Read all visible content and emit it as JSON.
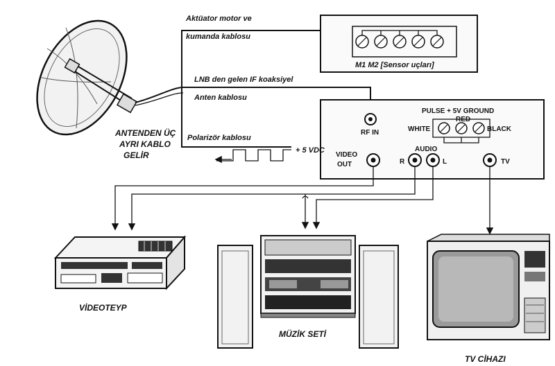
{
  "labels": {
    "actuator_cable_1": "Aktüator motor ve",
    "actuator_cable_2": "kumanda kablosu",
    "sensor_terminals": "M1 M2  [Sensor uçları]",
    "lnb_cable": "LNB den gelen IF koaksiyel",
    "antenna_cable": "Anten kablosu",
    "rf_in": "RF IN",
    "pulse_header": "PULSE  + 5V  GROUND",
    "red": "RED",
    "white": "WHITE",
    "black": "BLACK",
    "polarizer_cable": "Polarizör kablosu",
    "vdc": "+ 5 VDC",
    "antenna_note_1": "ANTENDEN ÜÇ",
    "antenna_note_2": "AYRI KABLO",
    "antenna_note_3": "GELİR",
    "audio": "AUDIO",
    "video_out_1": "VIDEO",
    "video_out_2": "OUT",
    "audio_r": "R",
    "audio_l": "L",
    "tv_port": "TV",
    "vcr_caption": "VİDEOTEYP",
    "stereo_caption": "MÜZİK SETİ",
    "tv_caption": "TV CİHAZI"
  }
}
